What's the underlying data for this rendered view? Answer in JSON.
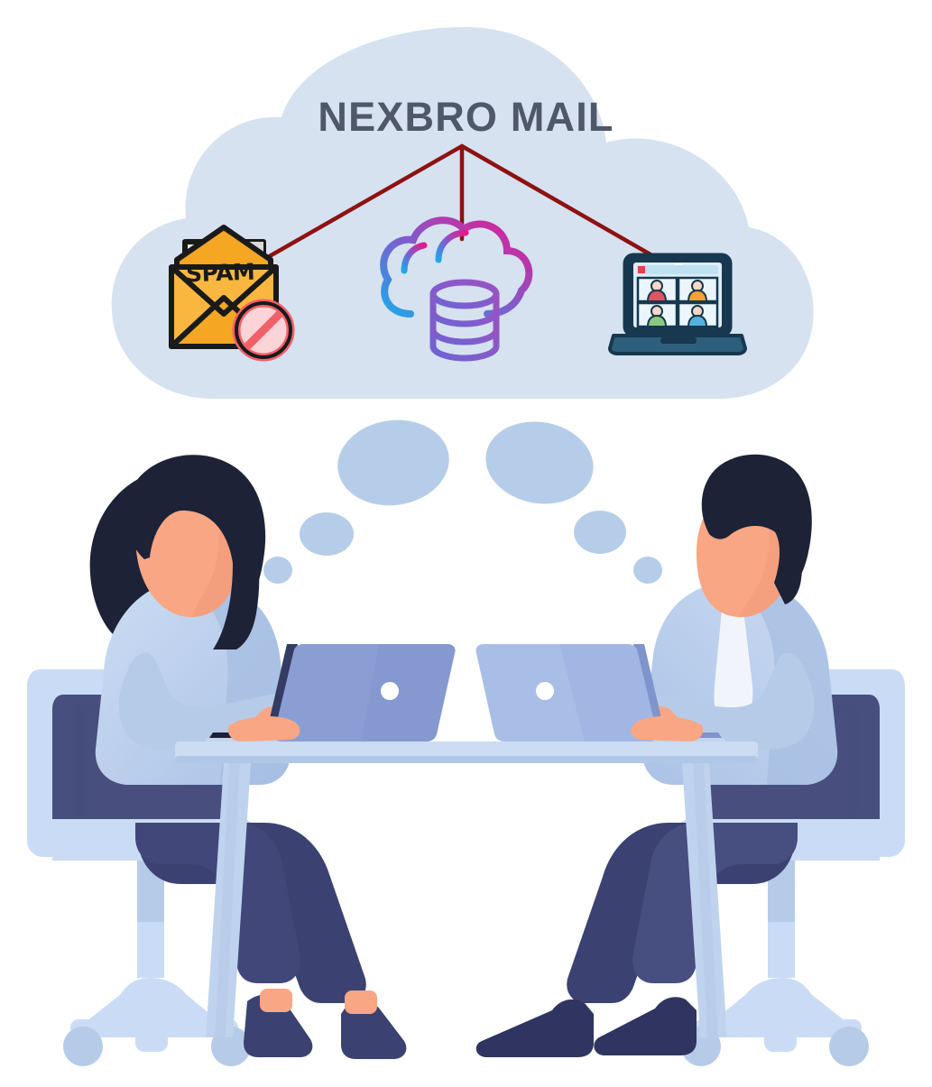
{
  "illustration": {
    "title": "NEXBRO MAIL",
    "subject": "two office workers at a desk using laptops under a cloud service diagram",
    "background_color": "#ffffff"
  },
  "cloud": {
    "label": "NEXBRO MAIL",
    "fill_color": "#d6e2f0",
    "title_color": "#4e5869"
  },
  "connectors": {
    "color": "#8e1212",
    "count": 3,
    "names": [
      "connector-to-spam",
      "connector-to-database",
      "connector-to-video"
    ]
  },
  "services": [
    {
      "id": "spam-filter",
      "icon": "spam-envelope-icon",
      "label": "SPAM",
      "colors": {
        "envelope": "#f5a623",
        "envelope_dark": "#e8940f",
        "letter": "#f2f2f2",
        "outline": "#1a1a1a",
        "prohibition": "#f4606a",
        "prohibition_light": "#fbd4d7"
      }
    },
    {
      "id": "cloud-database",
      "icon": "cloud-database-icon",
      "colors": {
        "gradient_start": "#1fa7e8",
        "gradient_mid": "#7b5fd0",
        "gradient_end": "#e8188c"
      }
    },
    {
      "id": "video-conference",
      "icon": "video-conference-laptop-icon",
      "participants": 4,
      "colors": {
        "laptop_body": "#17384f",
        "laptop_base": "#2d5f7c",
        "screen": "#ddeef7",
        "avatar_1": "#e0545f",
        "avatar_2": "#f2a233",
        "avatar_3": "#8cc97f",
        "avatar_4": "#55b1dd",
        "record_dot": "#e8404a"
      }
    }
  ],
  "thought_bubbles": {
    "color": "#b6cdea",
    "count": 6,
    "side_left": [
      "bubble-large",
      "bubble-medium",
      "bubble-small"
    ],
    "side_right": [
      "bubble-large",
      "bubble-medium",
      "bubble-small"
    ]
  },
  "people": [
    {
      "id": "person-left",
      "name": "woman-worker",
      "hair": "long dark hair",
      "colors": {
        "hair": "#1d2236",
        "skin": "#f8a683",
        "skin_shadow": "#eb9273",
        "shirt": "#c4d6ef",
        "shirt_shadow": "#a5bde2",
        "trousers": "#3b4272",
        "shoes": "#3b4272"
      }
    },
    {
      "id": "person-right",
      "name": "man-worker",
      "hair": "short dark hair",
      "colors": {
        "hair": "#1d2236",
        "skin": "#f8a683",
        "skin_shadow": "#eb9273",
        "shirt": "#c4d6ef",
        "shirt_shadow": "#a5bde2",
        "tie": "#f1f5fb",
        "trousers": "#3b4272",
        "shoes": "#2f3560"
      }
    }
  ],
  "furniture": {
    "desk": {
      "name": "shared-desk",
      "top_color": "#ccdcf2",
      "edge_color": "#b0c7e6",
      "leg_color": "#b6cbe8"
    },
    "chairs": [
      {
        "name": "office-chair-left",
        "frame_color": "#cadcf5",
        "seat_color": "#3b4272",
        "wheel_color": "#b6cbe8"
      },
      {
        "name": "office-chair-right",
        "frame_color": "#cadcf5",
        "seat_color": "#3b4272",
        "wheel_color": "#b6cbe8"
      }
    ],
    "laptops": [
      {
        "name": "laptop-left",
        "lid_color": "#8b9ed4",
        "lid_shadow": "#7f93cc",
        "hinge_color": "#343c63",
        "logo": "circle-cutout"
      },
      {
        "name": "laptop-right",
        "lid_color": "#a9bee6",
        "lid_shadow": "#97aedd",
        "hinge_color": "#7f93cc",
        "logo": "circle-cutout"
      }
    ]
  }
}
